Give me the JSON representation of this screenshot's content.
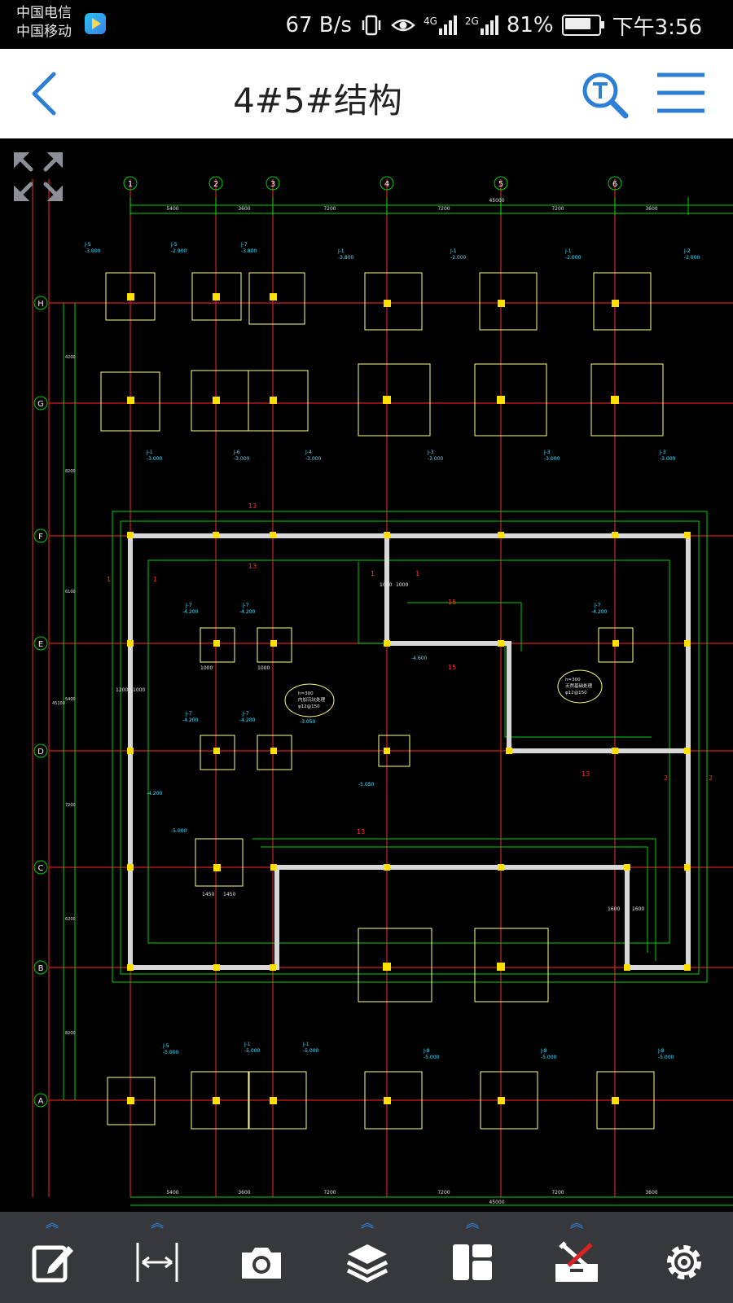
{
  "status_bar": {
    "carrier_1": "中国电信",
    "carrier_2": "中国移动",
    "net_speed": "67 B/s",
    "net_type_1": "4G",
    "net_type_2": "2G",
    "battery": "81%",
    "time": "下午3:56"
  },
  "header": {
    "title": "4#5#结构",
    "back_icon": "chevron-left-icon",
    "search_icon": "text-search-icon",
    "menu_icon": "hamburger-menu-icon"
  },
  "drawing": {
    "column_axes": [
      "1",
      "2",
      "3",
      "4",
      "5",
      "6"
    ],
    "row_axes": [
      "H",
      "G",
      "F",
      "E",
      "D",
      "C",
      "B",
      "A"
    ],
    "top_dims": [
      "5400",
      "3600",
      "7200",
      "7200",
      "7200",
      "3600"
    ],
    "overall_dim": "45000",
    "left_dims": [
      "4200",
      "8200",
      "6100",
      "5400",
      "7200",
      "6200",
      "8200"
    ],
    "left_total": "45100",
    "footings_row_h": [
      "J-5",
      "J-5",
      "J-7",
      "J-1",
      "J-1",
      "J-1",
      "J-2"
    ],
    "footings_row_h_elev": [
      "-3.000",
      "-2.900",
      "-3.800",
      "-3.800",
      "-2.000",
      "-2.000",
      "-2.000"
    ],
    "footings_row_g": [
      "J-1",
      "J-6",
      "J-4",
      "J-3",
      "J-3",
      "J-3"
    ],
    "footings_row_g_elev": [
      "-3.000",
      "-3.000",
      "-3.000",
      "-3.000",
      "-3.000",
      "-3.000"
    ],
    "footings_row_a": [
      "J-5",
      "J-1",
      "J-1",
      "J-8",
      "J-8",
      "J-8"
    ],
    "footings_row_a_elev": [
      "-5.000",
      "-5.000",
      "-5.000",
      "-5.000",
      "-5.000",
      "-5.000"
    ],
    "inner_footings": [
      "J-7",
      "J-7",
      "J-7",
      "J-7",
      "J-7"
    ],
    "inner_elev": "-4.200",
    "bubble_left": [
      "h=300",
      "内加沉坑处理",
      "φ12@150"
    ],
    "bubble_right": [
      "h=300",
      "天然基础处理",
      "φ12@150"
    ],
    "elev_a": "-3.050",
    "elev_b": "-5.050",
    "elev_c": "-4.600",
    "elev_d": "-5.000",
    "elev_e": "-4.200",
    "wall_dims": [
      "1000",
      "1000",
      "1000",
      "1000",
      "1450",
      "1450",
      "1600",
      "1600",
      "1200",
      "1000"
    ],
    "markers": [
      "13",
      "13",
      "1",
      "1",
      "2",
      "2",
      "15",
      "15",
      "13",
      "13",
      "1",
      "1"
    ],
    "bottom_dims": [
      "5400",
      "3600",
      "7200",
      "7200",
      "7200",
      "3600"
    ],
    "bottom_total": "45000",
    "line_colors": {
      "grid": "#ff2020",
      "dim": "#00e000",
      "outline": "#ffff80",
      "wall": "#d8d8d8",
      "text": "#40e0ff",
      "marker": "#ff3030"
    }
  },
  "toolbar": {
    "items": [
      "edit-icon",
      "measure-icon",
      "camera-icon",
      "layers-icon",
      "layout-icon",
      "tools-icon",
      "settings-icon"
    ],
    "expand_icon": "fullscreen-icon",
    "accent": "#2d93ff"
  }
}
